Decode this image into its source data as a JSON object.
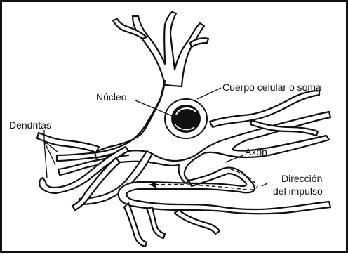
{
  "labels": {
    "nucleus": "Núcleo",
    "soma": "Cuerpo celular o soma",
    "dendrites": "Dendritas",
    "axon": "Axón",
    "direction_line1": "Dirección",
    "direction_line2": "del impulso"
  }
}
